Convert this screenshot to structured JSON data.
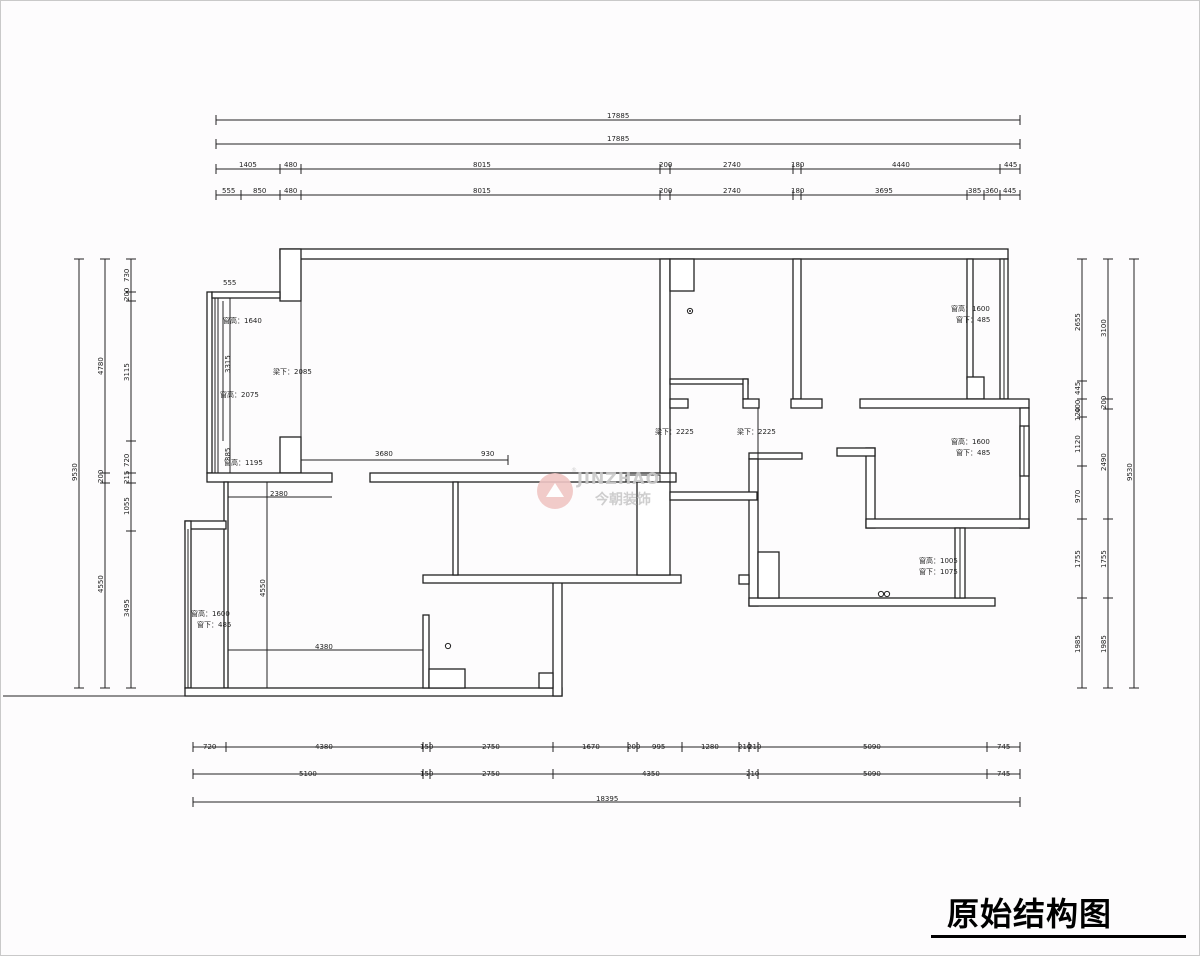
{
  "drawing_title": "原始结构图",
  "logo": {
    "brand_en": "JINZHAO",
    "brand_cn": "今朝装饰",
    "registered": "®"
  },
  "dimensions": {
    "top_total_1": "17885",
    "top_total_2": "17885",
    "top_row_1": [
      "1405",
      "480",
      "8015",
      "200",
      "2740",
      "180",
      "4440",
      "445"
    ],
    "top_row_2": [
      "555",
      "850",
      "480",
      "8015",
      "200",
      "2740",
      "180",
      "3695",
      "385",
      "360",
      "445"
    ],
    "bottom_row_1": [
      "720",
      "4380",
      "150",
      "2750",
      "1670",
      "200",
      "995",
      "1280",
      "210",
      "210",
      "5090",
      "745"
    ],
    "bottom_row_2": [
      "5100",
      "150",
      "2750",
      "4350",
      "210",
      "5090",
      "745"
    ],
    "bottom_total": "18395",
    "left_total": "9530",
    "left_mid": [
      "4780",
      "200",
      "4550"
    ],
    "left_inner": [
      "730",
      "200",
      "3115",
      "720",
      "215",
      "1055",
      "3495"
    ],
    "right_total": "9530",
    "right_mid": [
      "3100",
      "200",
      "2490",
      "1755",
      "1985"
    ],
    "right_inner": [
      "2655",
      "445",
      "400",
      "120",
      "1120",
      "970",
      "1755",
      "1985"
    ]
  },
  "annotations": [
    {
      "id": "win-1",
      "text": "窗高：1640"
    },
    {
      "id": "sill-555",
      "text": "555"
    },
    {
      "id": "win-2",
      "text": "窗高：2075"
    },
    {
      "id": "v-3315",
      "text": "3315"
    },
    {
      "id": "v-385",
      "text": "385"
    },
    {
      "id": "win-3",
      "text": "窗高：1195"
    },
    {
      "id": "beam-1",
      "text": "梁下：2085"
    },
    {
      "id": "d-3680",
      "text": "3680"
    },
    {
      "id": "d-930",
      "text": "930"
    },
    {
      "id": "d-2380",
      "text": "2380"
    },
    {
      "id": "d-4550",
      "text": "4550"
    },
    {
      "id": "d-4380",
      "text": "4380"
    },
    {
      "id": "win-4",
      "text": "窗高：1600"
    },
    {
      "id": "sill-4",
      "text": "窗下：485"
    },
    {
      "id": "beam-2",
      "text": "梁下：2225"
    },
    {
      "id": "beam-3",
      "text": "梁下：2225"
    },
    {
      "id": "win-5",
      "text": "窗高：1600"
    },
    {
      "id": "sill-5",
      "text": "窗下：485"
    },
    {
      "id": "win-6",
      "text": "窗高：1600"
    },
    {
      "id": "sill-6",
      "text": "窗下：485"
    },
    {
      "id": "win-7",
      "text": "窗高：1005"
    },
    {
      "id": "sill-7",
      "text": "窗下：1075"
    }
  ]
}
